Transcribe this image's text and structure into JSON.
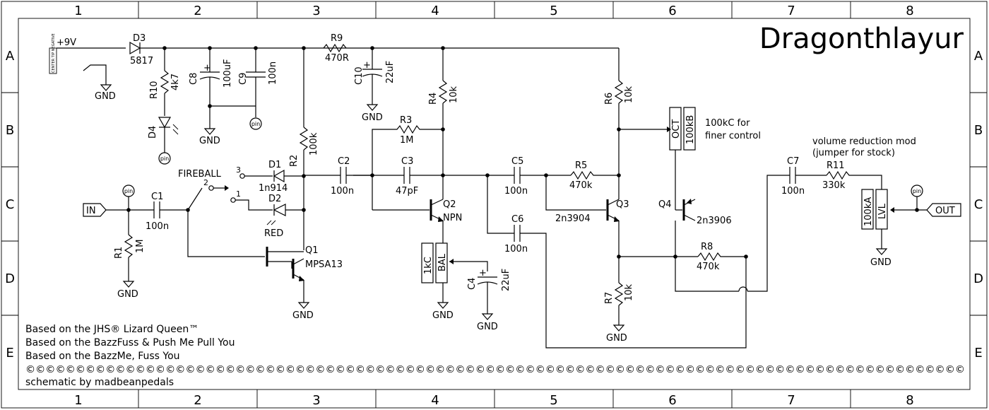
{
  "title": "Dragonthlayur",
  "grid": {
    "columns": [
      "1",
      "2",
      "3",
      "4",
      "5",
      "6",
      "7",
      "8"
    ],
    "rows": [
      "A",
      "B",
      "C",
      "D",
      "E"
    ]
  },
  "power": {
    "label": "+9V",
    "jack_note": "CENTER TIP NEGATIVE"
  },
  "labels": {
    "gnd": "GND",
    "pin": "pin",
    "in": "IN",
    "out": "OUT",
    "fireball": "FIREBALL",
    "sw1": "1",
    "sw2": "2",
    "sw3": "3"
  },
  "components": {
    "D3": {
      "ref": "D3",
      "value": "5817"
    },
    "R10": {
      "ref": "R10",
      "value": "4k7"
    },
    "D4": {
      "ref": "D4"
    },
    "C8": {
      "ref": "C8",
      "value": "100uF"
    },
    "C9": {
      "ref": "C9",
      "value": "100n"
    },
    "R9": {
      "ref": "R9",
      "value": "470R"
    },
    "C10": {
      "ref": "C10",
      "value": "22uF"
    },
    "R4": {
      "ref": "R4",
      "value": "10k"
    },
    "R6": {
      "ref": "R6",
      "value": "10k"
    },
    "R3": {
      "ref": "R3",
      "value": "1M"
    },
    "R2": {
      "ref": "R2",
      "value": "100k"
    },
    "D1": {
      "ref": "D1",
      "value": "1n914"
    },
    "D2": {
      "ref": "D2",
      "value": "RED"
    },
    "C2": {
      "ref": "C2",
      "value": "100n"
    },
    "C3": {
      "ref": "C3",
      "value": "47pF"
    },
    "C5": {
      "ref": "C5",
      "value": "100n"
    },
    "R5": {
      "ref": "R5",
      "value": "470k"
    },
    "C1": {
      "ref": "C1",
      "value": "100n"
    },
    "R1": {
      "ref": "R1",
      "value": "1M"
    },
    "Q1": {
      "ref": "Q1",
      "value": "MPSA13"
    },
    "Q2": {
      "ref": "Q2",
      "value": "NPN"
    },
    "Q3": {
      "ref": "Q3",
      "value": "2n3904"
    },
    "Q4": {
      "ref": "Q4",
      "value": "2n3906"
    },
    "C6": {
      "ref": "C6",
      "value": "100n"
    },
    "BAL": {
      "ref": "BAL",
      "value": "1kC"
    },
    "C4": {
      "ref": "C4",
      "value": "22uF"
    },
    "R8": {
      "ref": "R8",
      "value": "470k"
    },
    "R7": {
      "ref": "R7",
      "value": "10k"
    },
    "OCT": {
      "ref": "OCT",
      "value": "100kB"
    },
    "C7": {
      "ref": "C7",
      "value": "100n"
    },
    "R11": {
      "ref": "R11",
      "value": "330k"
    },
    "LVL": {
      "ref": "LVL",
      "value": "100kA"
    }
  },
  "notes": {
    "oct_note_1": "100kC for",
    "oct_note_2": "finer control",
    "vol_note_1": "volume reduction mod",
    "vol_note_2": "(jumper for stock)",
    "credit_1": "Based on the JHS® Lizard Queen™",
    "credit_2": "Based on the BazzFuss & Push Me Pull You",
    "credit_3": "Based on the BazzMe, Fuss You",
    "copyright_row": "©©©©©©©©©©©©©©©©©©©©©©©©©©©©©©©©©©©©©©©©©©©©©©©©©©©©©©©©©©©©©©©©©©©©©©©©©©©©©©©©©©©©©©©©©©©©©©",
    "credit_4": "schematic by madbeanpedals"
  }
}
